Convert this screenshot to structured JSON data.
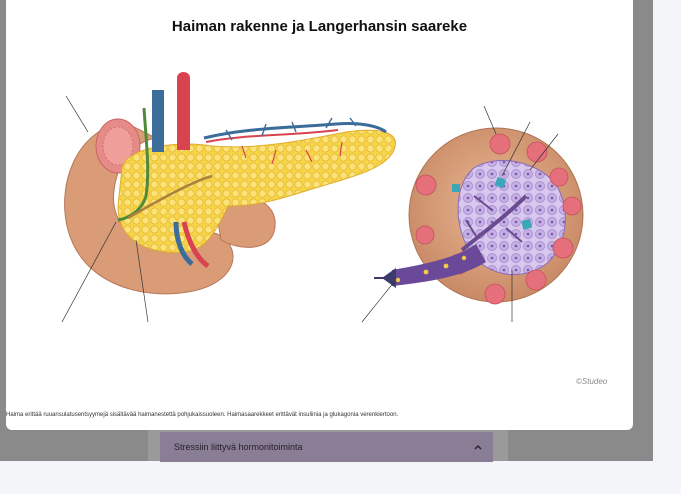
{
  "modal": {
    "title": "Haiman rakenne ja Langerhansin saareke",
    "credit": "©Studeo",
    "caption": "Haima erittää ruuansulatusentsyymejä sisältävää haimanestettä pohjukaissuoleen. Haimasaarekkeet erittävät insuliinia ja glukagonia verenkiertoon."
  },
  "accordion": {
    "label": "Stressiin liittyvä hormonitoiminta",
    "icon": "chevron-up-icon"
  },
  "colors": {
    "backdrop": "#8a8a8a",
    "accordion_bg": "#8a7d96",
    "pancreas": "#f6d64a",
    "duodenum": "#d69a72",
    "islet_cells": "#b79ad8"
  }
}
